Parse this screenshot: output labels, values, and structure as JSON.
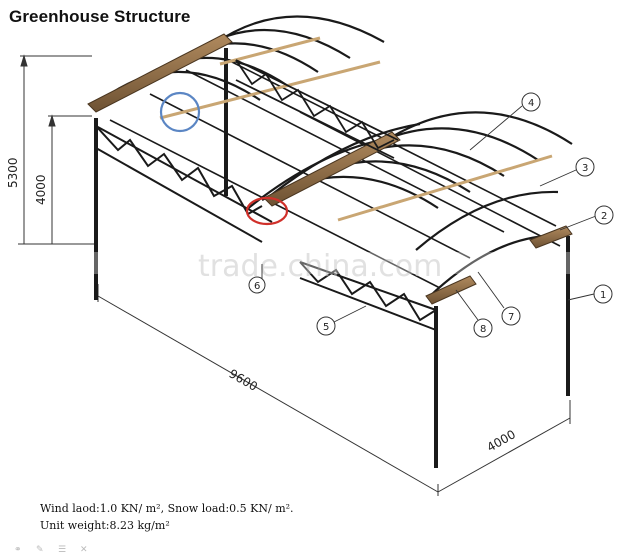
{
  "title": "Greenhouse Structure",
  "dimensions": {
    "height_total": "5300",
    "height_eave": "4000",
    "length": "9600",
    "width": "4000"
  },
  "callouts": [
    "1",
    "2",
    "3",
    "4",
    "5",
    "6",
    "7",
    "8"
  ],
  "specs": {
    "line1": "Wind laod:1.0 KN/ m², Snow load:0.5 KN/ m².",
    "line2": "Unit weight:8.23 kg/m²"
  },
  "watermark": "trade.china.com",
  "colors": {
    "steel": "#222222",
    "gutter": "#8b6a45",
    "highlight_blue": "#5b86c4",
    "highlight_red": "#d0302a"
  },
  "footer_icons": [
    "share-icon",
    "edit-icon",
    "list-icon",
    "close-icon"
  ]
}
